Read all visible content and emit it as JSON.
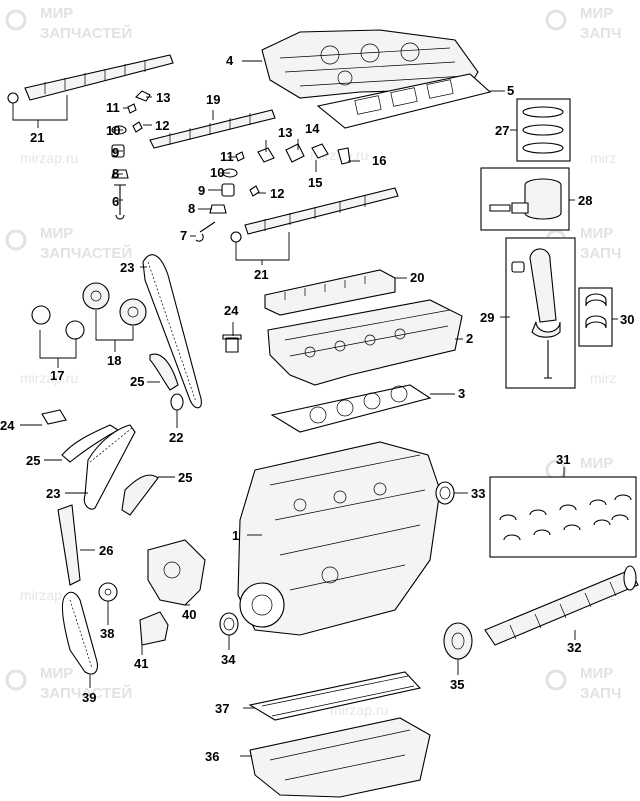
{
  "watermark": {
    "brand_line1": "МИР",
    "brand_line2": "ЗАПЧАСТЕЙ",
    "brand_line2_short": "ЗАПЧ",
    "url": "mirzap.ru",
    "url_short": "mirz",
    "color": "#e2e2e2"
  },
  "callouts": {
    "n1": "1",
    "n2": "2",
    "n3": "3",
    "n4": "4",
    "n5": "5",
    "n6": "6",
    "n7": "7",
    "n8a": "8",
    "n8b": "8",
    "n9a": "9",
    "n9b": "9",
    "n10a": "10",
    "n10b": "10",
    "n11a": "11",
    "n11b": "11",
    "n12a": "12",
    "n12b": "12",
    "n13a": "13",
    "n13b": "13",
    "n14": "14",
    "n15": "15",
    "n16": "16",
    "n17": "17",
    "n18": "18",
    "n19": "19",
    "n20": "20",
    "n21a": "21",
    "n21b": "21",
    "n22": "22",
    "n23a": "23",
    "n23b": "23",
    "n24a": "24",
    "n24b": "24",
    "n25a": "25",
    "n25b": "25",
    "n25c": "25",
    "n26": "26",
    "n27": "27",
    "n28": "28",
    "n29": "29",
    "n30": "30",
    "n31": "31",
    "n32": "32",
    "n33": "33",
    "n34": "34",
    "n35": "35",
    "n36": "36",
    "n37": "37",
    "n38": "38",
    "n39": "39",
    "n40": "40",
    "n41": "41"
  }
}
